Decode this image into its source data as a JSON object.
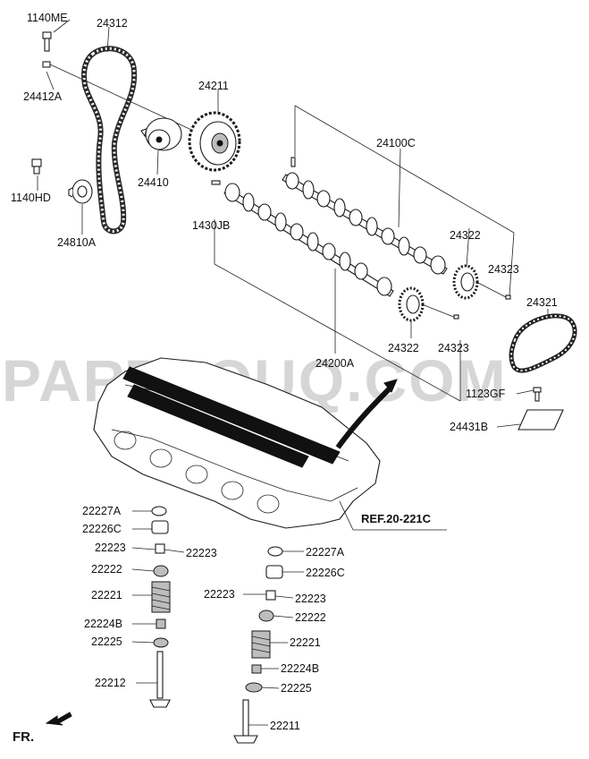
{
  "labels": {
    "l_1140ME": "1140ME",
    "l_24312": "24312",
    "l_24412A": "24412A",
    "l_24211": "24211",
    "l_24410": "24410",
    "l_1140HD": "1140HD",
    "l_24810A": "24810A",
    "l_24100C": "24100C",
    "l_1430JB": "1430JB",
    "l_24322a": "24322",
    "l_24323a": "24323",
    "l_24321": "24321",
    "l_24322b": "24322",
    "l_24323b": "24323",
    "l_24200A": "24200A",
    "l_1123GF": "1123GF",
    "l_24431B": "24431B",
    "l_ref": "REF.20-221C",
    "l_22227A_l": "22227A",
    "l_22226C_l": "22226C",
    "l_22223_l1": "22223",
    "l_22223_l2": "22223",
    "l_22222_l": "22222",
    "l_22221_l": "22221",
    "l_22224B_l": "22224B",
    "l_22225_l": "22225",
    "l_22212": "22212",
    "l_22227A_r": "22227A",
    "l_22226C_r": "22226C",
    "l_22223_r1": "22223",
    "l_22223_r2": "22223",
    "l_22222_r": "22222",
    "l_22221_r": "22221",
    "l_22224B_r": "22224B",
    "l_22225_r": "22225",
    "l_22211": "22211",
    "l_fr": "FR."
  },
  "watermark": "PARTSOUQ.COM",
  "colors": {
    "line": "#222222",
    "part_shade": "#bdbdbd",
    "watermark": "#d6d6d6",
    "camshaft_highlight": "#111111"
  }
}
